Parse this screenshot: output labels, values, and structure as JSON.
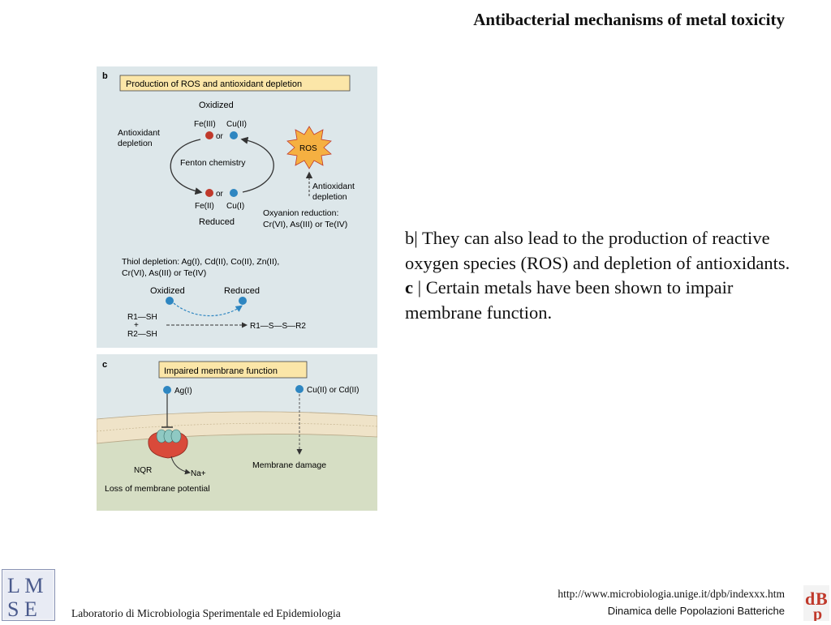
{
  "slide": {
    "title": "Antibacterial mechanisms of metal toxicity"
  },
  "panel_b": {
    "letter": "b",
    "header": "Production of ROS and antioxidant depletion",
    "oxidized": "Oxidized",
    "fe3": "Fe(III)",
    "cu2": "Cu(II)",
    "or": "or",
    "antioxidant_depletion_l1": "Antioxidant",
    "antioxidant_depletion_l2": "depletion",
    "fenton": "Fenton chemistry",
    "ros": "ROS",
    "fe2": "Fe(II)",
    "cu1": "Cu(I)",
    "reduced": "Reduced",
    "antioxidant_right_l1": "Antioxidant",
    "antioxidant_right_l2": "depletion",
    "oxyanion_l1": "Oxyanion reduction:",
    "oxyanion_l2": "Cr(VI), As(III) or Te(IV)",
    "thiol_l1": "Thiol depletion: Ag(I), Cd(II), Co(II), Zn(II),",
    "thiol_l2": "Cr(VI), As(III) or Te(IV)",
    "thiol_oxidized": "Oxidized",
    "thiol_reduced": "Reduced",
    "r1_sh": "R1—SH",
    "plus": "+",
    "r2_sh": "R2—SH",
    "product": "R1—S—S—R2"
  },
  "panel_c": {
    "letter": "c",
    "header": "Impaired membrane function",
    "ag": "Ag(I)",
    "cu_cd": "Cu(II) or Cd(II)",
    "nqr": "NQR",
    "na": "Na+",
    "membrane_damage": "Membrane damage",
    "loss": "Loss of membrane potential"
  },
  "body": {
    "para1": "b| They can also lead to the production of reactive oxygen species (ROS) and depletion of antioxidants.",
    "c_label": "c",
    "para2_rest": " | Certain metals have been shown to impair membrane function."
  },
  "footer": {
    "lab": "Laboratorio di Microbiologia Sperimentale ed Epidemiologia",
    "url": "http://www.microbiologia.unige.it/dpb/indexxx.htm",
    "course": "Dinamica delle Popolazioni Batteriche",
    "logo_left_text": "LMSE",
    "logo_right_text": "dBp"
  },
  "colors": {
    "panel_bg": "#dde7ea",
    "header_box": "#fbe6a8",
    "iron_red": "#c0392b",
    "copper_blue": "#2e86c1",
    "ros_yellow": "#f5b041",
    "membrane": "#efe3c8",
    "cytoplasm": "#d6dec4",
    "nqr_red": "#d94a3a",
    "nqr_teal": "#8fc9c3"
  }
}
